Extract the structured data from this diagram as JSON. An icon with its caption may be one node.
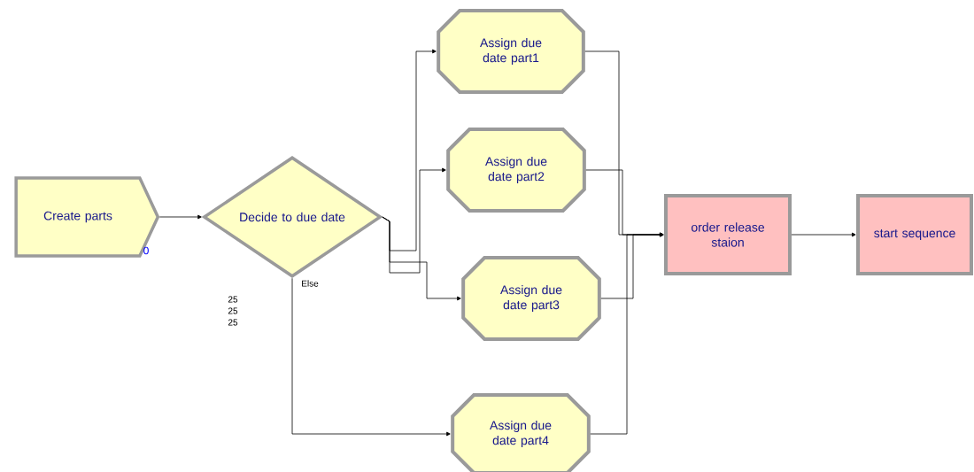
{
  "diagram": {
    "nodes": [
      {
        "text": [
          "Create parts"
        ],
        "beside": [
          "0"
        ]
      },
      {
        "text": [
          "Decide to due date"
        ]
      },
      {
        "text": [
          "Assign due date part1"
        ]
      },
      {
        "text": [
          "Assign due date part2"
        ]
      },
      {
        "text": [
          "Assign due date part3"
        ]
      },
      {
        "text": [
          "Assign due date part4"
        ]
      },
      {
        "text": [
          "order release staion"
        ]
      },
      {
        "text": [
          "start sequence"
        ]
      }
    ],
    "edges": [
      {
        "from": 0,
        "to": 1,
        "arrow": "to"
      },
      {
        "from": 1,
        "to": 2,
        "arrow": "to"
      },
      {
        "from": 1,
        "to": 3,
        "arrow": "to"
      },
      {
        "from": 1,
        "to": 4,
        "arrow": "to"
      },
      {
        "from": 1,
        "to": 5,
        "arrow": "to",
        "label": "Else"
      },
      {
        "from": 2,
        "to": 6,
        "arrow": "to"
      },
      {
        "from": 3,
        "to": 6,
        "arrow": "to"
      },
      {
        "from": 4,
        "to": 6,
        "arrow": "to"
      },
      {
        "from": 5,
        "to": 6,
        "arrow": "to"
      },
      {
        "from": 6,
        "to": 7,
        "arrow": "to"
      }
    ],
    "labels": [
      "25",
      "25",
      "25"
    ]
  }
}
